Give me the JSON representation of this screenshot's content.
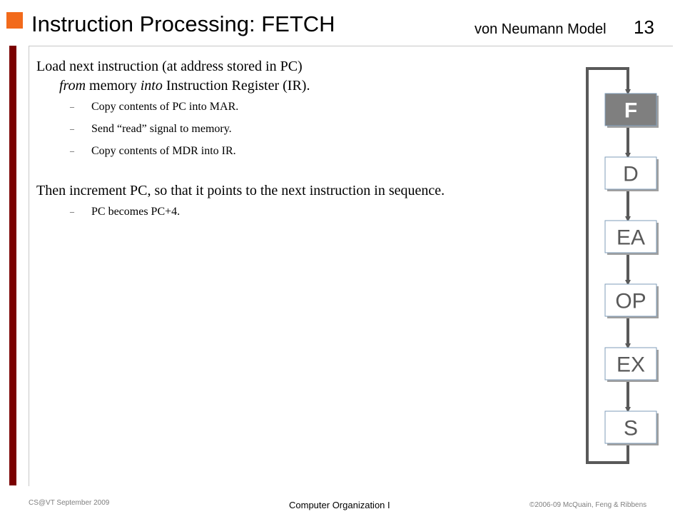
{
  "header": {
    "title": "Instruction Processing: FETCH",
    "subtitle": "von Neumann Model",
    "page_number": "13"
  },
  "body": {
    "para1_line1": "Load next instruction (at address stored in PC)",
    "para1_line2": {
      "from": "from",
      "middle": " memory ",
      "into": "into",
      "end": " Instruction Register (IR)."
    },
    "steps": [
      "Copy contents of PC into MAR.",
      "Send “read” signal to memory.",
      "Copy contents of MDR into IR."
    ],
    "para2": "Then increment PC, so that it points to the next instruction in sequence.",
    "steps2": [
      "PC becomes PC+4."
    ],
    "bullet_glyph": "–"
  },
  "cycle": {
    "stages": [
      "F",
      "D",
      "EA",
      "OP",
      "EX",
      "S"
    ],
    "active_index": 0,
    "colors": {
      "active_fill": "#7f7f7f",
      "active_text": "#ffffff",
      "box_fill": "#ffffff",
      "box_text": "#595959",
      "box_border": "#7f9db9",
      "shadow": "#a0a0a0",
      "line": "#595959"
    }
  },
  "footer": {
    "left": "CS@VT September 2009",
    "center": "Computer Organization I",
    "right": "©2006-09  McQuain, Feng & Ribbens"
  },
  "colors": {
    "accent": "#f26a1b",
    "left_bar": "#7a0000"
  }
}
